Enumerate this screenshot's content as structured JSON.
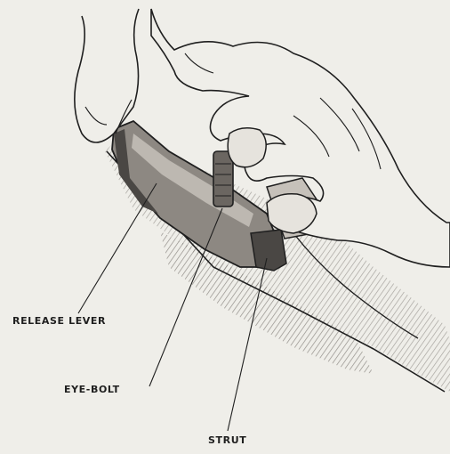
{
  "diagram": {
    "labels": {
      "release_lever": "RELEASE LEVER",
      "eye_bolt": "EYE-BOLT",
      "strut": "STRUT"
    },
    "colors": {
      "paper": "#efeee9",
      "ink": "#1f1f1f",
      "shade_dark": "#4a4744",
      "shade_mid": "#8d8882",
      "shade_light": "#c6c1ba"
    }
  }
}
